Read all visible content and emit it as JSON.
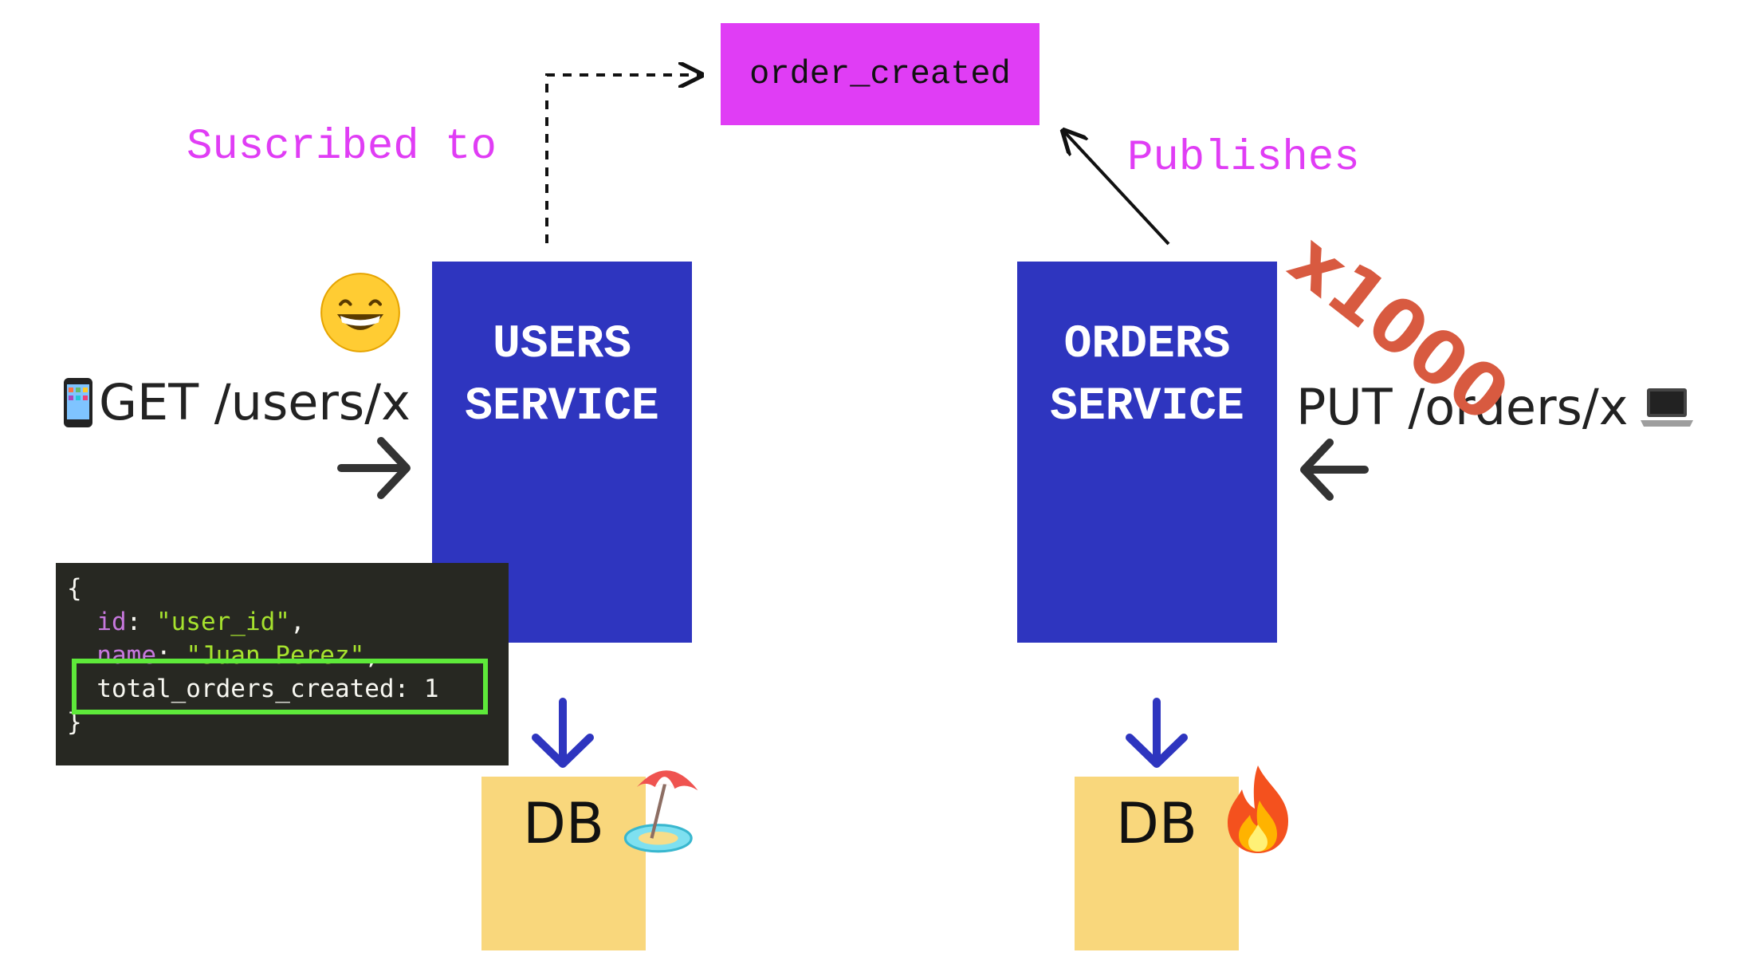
{
  "topic": {
    "label": "order_created",
    "color": "#e03df5"
  },
  "subscribed_label": "Suscribed to",
  "publishes_label": "Publishes",
  "multiplier": "x1000",
  "users_service": {
    "line1": "USERS",
    "line2": "SERVICE",
    "color": "#2e35bf"
  },
  "orders_service": {
    "line1": "ORDERS",
    "line2": "SERVICE",
    "color": "#2e35bf"
  },
  "users_request": {
    "icon": "mobile-phone-icon",
    "text": "GET /users/x"
  },
  "orders_request": {
    "text": "PUT /orders/x",
    "icon": "laptop-icon"
  },
  "users_db": {
    "label": "DB",
    "status_icon": "beach-umbrella-icon"
  },
  "orders_db": {
    "label": "DB",
    "status_icon": "fire-icon"
  },
  "db_color": "#f9d77c",
  "mood_icon": "grinning-face-icon",
  "code": {
    "open": "{",
    "id_key": "id",
    "id_value": "\"user_id\"",
    "name_key": "name",
    "name_value": "\"Juan Perez\"",
    "highlighted": "total_orders_created: 1",
    "close": "}"
  },
  "highlight_color": "#5ee93a"
}
